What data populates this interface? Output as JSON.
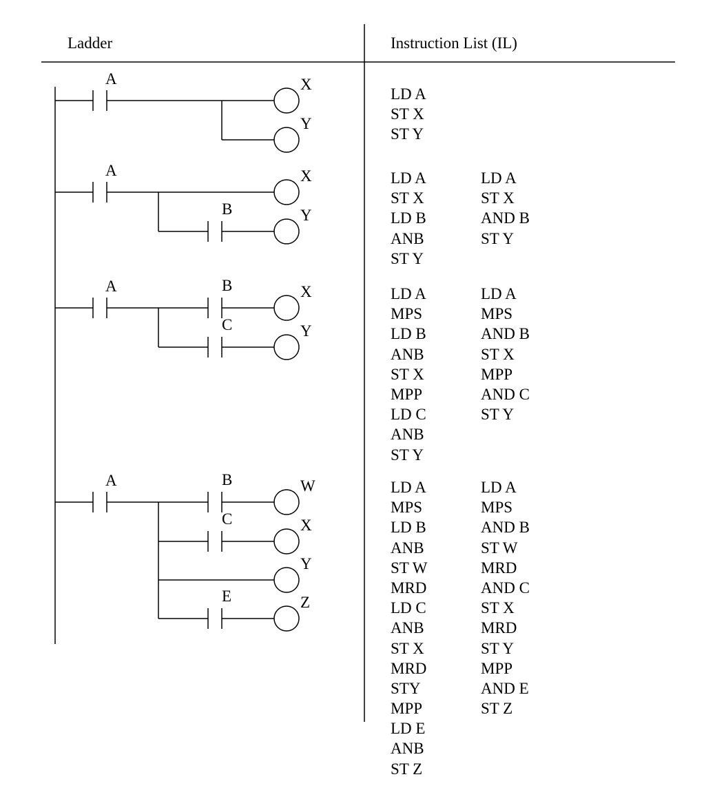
{
  "header": {
    "ladder_title": "Ladder",
    "il_title": "Instruction List (IL)"
  },
  "rungs": [
    {
      "contact_label": "A",
      "outputs": [
        {
          "coil": "X",
          "contact": ""
        },
        {
          "coil": "Y",
          "contact": ""
        }
      ],
      "il_primary": [
        "LD A",
        "ST X",
        "ST Y"
      ],
      "il_alternate": []
    },
    {
      "contact_label": "A",
      "outputs": [
        {
          "coil": "X",
          "contact": ""
        },
        {
          "coil": "Y",
          "contact": "B"
        }
      ],
      "il_primary": [
        "LD A",
        "ST X",
        "LD B",
        "ANB",
        "ST Y"
      ],
      "il_alternate": [
        "LD A",
        "ST X",
        "AND B",
        "ST Y"
      ]
    },
    {
      "contact_label": "A",
      "outputs": [
        {
          "coil": "X",
          "contact": "B"
        },
        {
          "coil": "Y",
          "contact": "C"
        }
      ],
      "il_primary": [
        "LD A",
        "MPS",
        "LD B",
        "ANB",
        "ST X",
        "MPP",
        "LD C",
        "ANB",
        "ST Y"
      ],
      "il_alternate": [
        "LD A",
        "MPS",
        "AND B",
        "ST X",
        "MPP",
        "AND C",
        "ST Y"
      ]
    },
    {
      "contact_label": "A",
      "outputs": [
        {
          "coil": "W",
          "contact": "B"
        },
        {
          "coil": "X",
          "contact": "C"
        },
        {
          "coil": "Y",
          "contact": ""
        },
        {
          "coil": "Z",
          "contact": "E"
        }
      ],
      "il_primary": [
        "LD A",
        "MPS",
        "LD B",
        "ANB",
        "ST W",
        "MRD",
        "LD C",
        "ANB",
        "ST X",
        "MRD",
        "STY",
        "MPP",
        "LD E",
        "ANB",
        "ST Z"
      ],
      "il_alternate": [
        "LD A",
        "MPS",
        "AND B",
        "ST W",
        "MRD",
        "AND C",
        "ST X",
        "MRD",
        "ST Y",
        "MPP",
        "AND E",
        "ST Z"
      ]
    }
  ]
}
